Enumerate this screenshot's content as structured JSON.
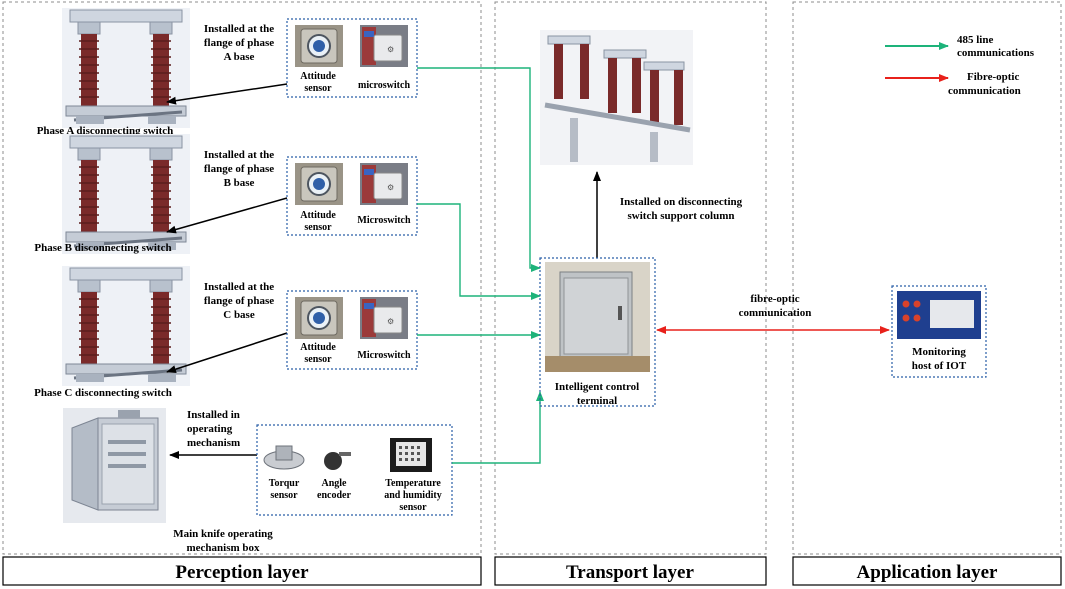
{
  "layers": {
    "perception": "Perception layer",
    "transport": "Transport layer",
    "application": "Application layer"
  },
  "legend": {
    "line485": "485 line communications",
    "fibre": "Fibre-optic communication",
    "line485_color": "#1db37a",
    "fibre_color": "#e8211b"
  },
  "phase_a": {
    "switch_label": "Phase A disconnecting switch",
    "install_label": "Installed at the flange of phase A base",
    "attitude_label": "Attitude sensor",
    "switch_sensor_label": "microswitch"
  },
  "phase_b": {
    "switch_label": "Phase B disconnecting switch",
    "install_label": "Installed at the flange of phase B base",
    "attitude_label": "Attitude sensor",
    "switch_sensor_label": "Microswitch"
  },
  "phase_c": {
    "switch_label": "Phase C disconnecting switch",
    "install_label": "Installed at the flange of phase C base",
    "attitude_label": "Attitude sensor",
    "switch_sensor_label": "Microswitch"
  },
  "mechanism": {
    "install_label": "Installed in operating mechanism",
    "box_label": "Main knife operating mechanism box",
    "torque_label": "Torqur sensor",
    "encoder_label": "Angle encoder",
    "temp_label": "Temperature and humidity sensor"
  },
  "transport": {
    "install_column": "Installed on disconnecting switch support column",
    "terminal": "Intelligent control terminal"
  },
  "link": {
    "fibre_label": "fibre-optic communication"
  },
  "application": {
    "monitor": "Monitoring host of IOT"
  }
}
